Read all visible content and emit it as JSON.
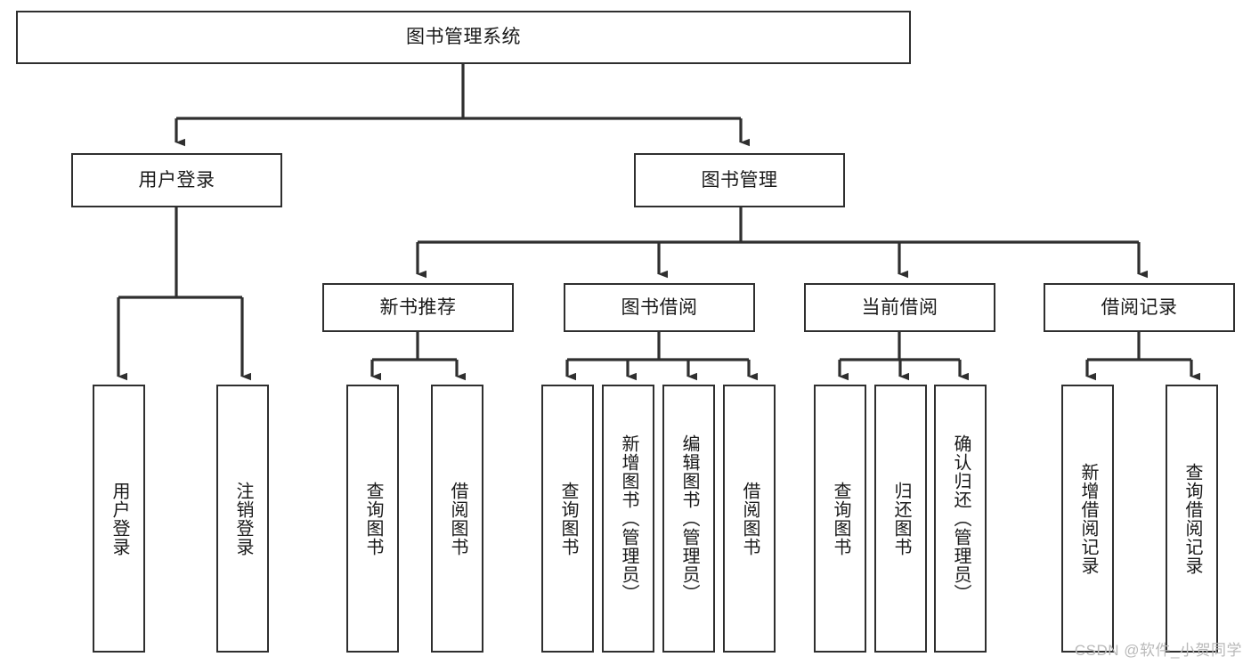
{
  "diagram": {
    "type": "tree-hierarchy",
    "title": "图书管理系统",
    "colors": {
      "stroke": "#2f2f2f",
      "fill": "#ffffff",
      "text": "#1a1a1a",
      "watermark": "#b9b9b9"
    },
    "levels": {
      "root": {
        "label": "图书管理系统"
      },
      "level2": [
        {
          "label": "用户登录"
        },
        {
          "label": "图书管理"
        }
      ],
      "level3": [
        {
          "label": "新书推荐"
        },
        {
          "label": "图书借阅"
        },
        {
          "label": "当前借阅"
        },
        {
          "label": "借阅记录"
        }
      ]
    },
    "leaves": {
      "user_login": [
        {
          "label": "用户登录"
        },
        {
          "label": "注销登录"
        }
      ],
      "new_book_recommend": [
        {
          "label": "查询图书"
        },
        {
          "label": "借阅图书"
        }
      ],
      "book_borrow": [
        {
          "label": "查询图书"
        },
        {
          "label": "新增图书（管理员）"
        },
        {
          "label": "编辑图书（管理员）"
        },
        {
          "label": "借阅图书"
        }
      ],
      "current_borrow": [
        {
          "label": "查询图书"
        },
        {
          "label": "归还图书"
        },
        {
          "label": "确认归还（管理员）"
        }
      ],
      "borrow_record": [
        {
          "label": "新增借阅记录"
        },
        {
          "label": "查询借阅记录"
        }
      ]
    }
  },
  "watermark": {
    "text": "CSDN @软件_小贺同学"
  }
}
